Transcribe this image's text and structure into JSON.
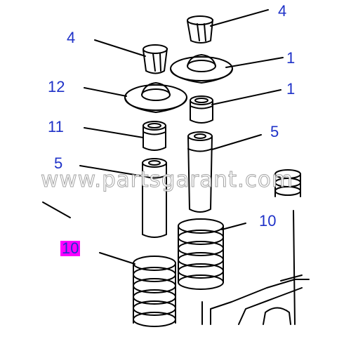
{
  "callouts": {
    "c1": "4",
    "c2": "4",
    "c3": "1",
    "c4": "12",
    "c5": "1",
    "c6": "11",
    "c7": "5",
    "c8": "5",
    "c9": "10",
    "c10": "10"
  },
  "watermark": "www.partsgarant.com",
  "colors": {
    "callout_text": "#1f32c8",
    "highlight": "#ff00ff",
    "line": "#000000"
  }
}
